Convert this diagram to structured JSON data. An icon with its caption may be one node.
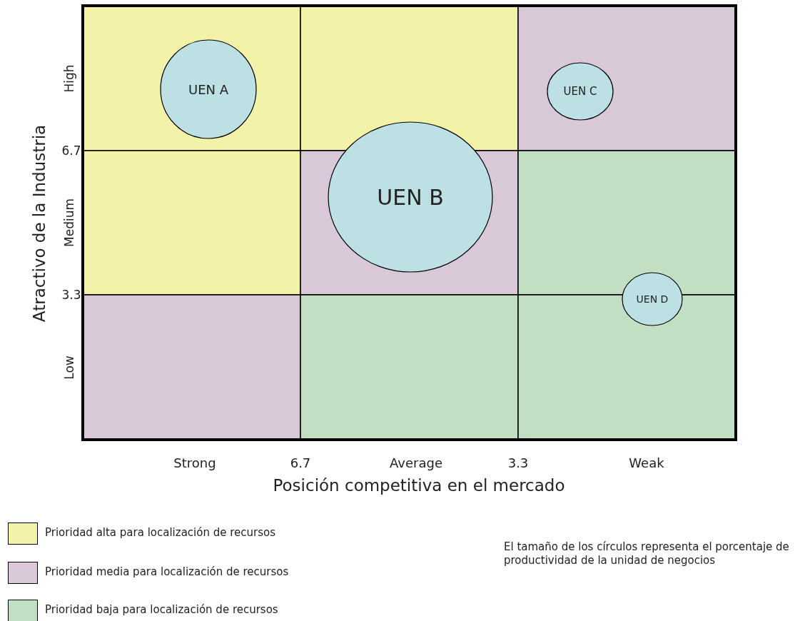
{
  "diagram": {
    "nodes": [
      {
        "text": [
          "UEN A"
        ]
      },
      {
        "text": [
          "UEN B"
        ]
      },
      {
        "text": [
          "UEN C"
        ]
      },
      {
        "text": [
          "UEN D"
        ]
      }
    ],
    "edges": [],
    "labels": [
      "Atractivo de la Industria",
      "High",
      "6.7",
      "Medium",
      "3.3",
      "Low",
      "Strong",
      "6.7",
      "Average",
      "3.3",
      "Weak",
      "Posición competitiva en el mercado",
      "El tamaño de los círculos representa el porcentaje de productividad de la unidad de negocios"
    ],
    "legend": [
      {
        "text": "Prioridad alta para localización de recursos",
        "color": "#f2f3a9"
      },
      {
        "text": "Prioridad media para localización de recursos",
        "color": "#d8c8d8"
      },
      {
        "text": "Prioridad baja para localización de recursos",
        "color": "#c2dfc3"
      }
    ]
  }
}
